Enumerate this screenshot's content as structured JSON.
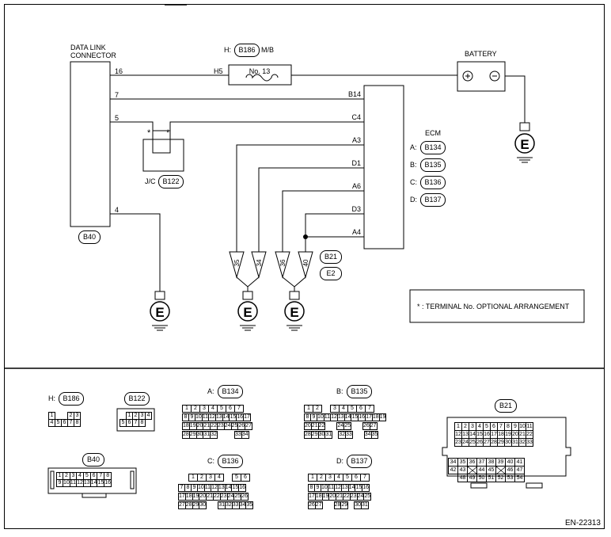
{
  "header": {
    "title": "DATA LINK CONNECTOR"
  },
  "dlc": {
    "label_line1": "DATA LINK",
    "label_line2": "CONNECTOR",
    "connector": "B40",
    "pins": [
      "16",
      "7",
      "5",
      "4"
    ]
  },
  "fuse": {
    "header_prefix": "H:",
    "connector": "B186",
    "header_suffix": "M/B",
    "name": "No. 13",
    "terminal": "H5"
  },
  "battery": {
    "label": "BATTERY"
  },
  "jc": {
    "prefix": "J/C",
    "connector": "B122",
    "star": "*"
  },
  "ecm": {
    "label": "ECM",
    "terminals": [
      "B14",
      "C4",
      "A3",
      "D1",
      "A6",
      "D3",
      "A4"
    ],
    "connectors": [
      {
        "prefix": "A:",
        "code": "B134"
      },
      {
        "prefix": "B:",
        "code": "B135"
      },
      {
        "prefix": "C:",
        "code": "B136"
      },
      {
        "prefix": "D:",
        "code": "B137"
      }
    ]
  },
  "ground_joint": {
    "pins": [
      "35",
      "34",
      "36",
      "40"
    ],
    "connector1": "B21",
    "connector2": "E2"
  },
  "ground_label": "E",
  "note": "* : TERMINAL No. OPTIONAL ARRANGEMENT",
  "bottom": {
    "h_b186": {
      "prefix": "H:",
      "code": "B186"
    },
    "b122": {
      "code": "B122"
    },
    "a_b134": {
      "prefix": "A:",
      "code": "B134"
    },
    "b_b135": {
      "prefix": "B:",
      "code": "B135"
    },
    "b21": {
      "code": "B21"
    },
    "b40": {
      "code": "B40"
    },
    "c_b136": {
      "prefix": "C:",
      "code": "B136"
    },
    "d_b137": {
      "prefix": "D:",
      "code": "B137"
    }
  },
  "figure_id": "EN-22313",
  "colors": {
    "line": "#000000",
    "background": "#ffffff"
  }
}
